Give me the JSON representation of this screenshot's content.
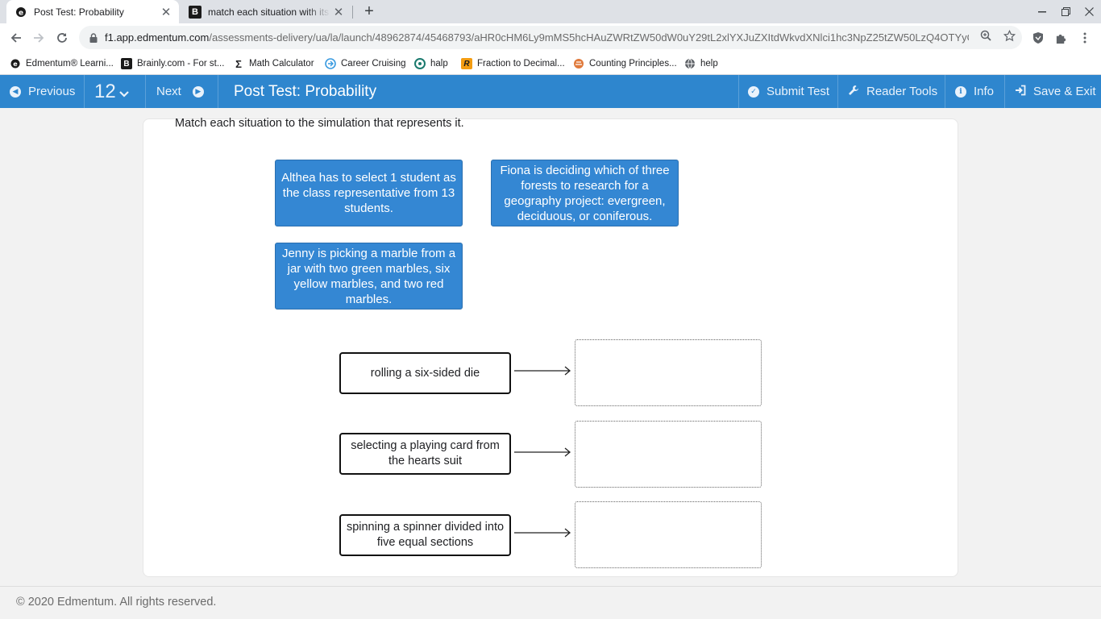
{
  "browser": {
    "tabs": [
      {
        "title": "Post Test: Probability",
        "active": true,
        "icon": "edmentum-icon"
      },
      {
        "title": "match each situation with its co",
        "active": false,
        "icon": "brainly-icon"
      }
    ],
    "url_host": "f1.app.edmentum.com",
    "url_path": "/assessments-delivery/ua/la/launch/48962874/45468793/aHR0cHM6Ly9mMS5hcHAuZWRtZW50dW0uY29tL2xlYXJuZXItdWkvdXNlci1hc3NpZ25tZW50LzQ4OTYyOD...",
    "bookmarks": [
      {
        "label": "Edmentum® Learni...",
        "icon": "edmentum-icon"
      },
      {
        "label": "Brainly.com - For st...",
        "icon": "brainly-icon"
      },
      {
        "label": "Math Calculator",
        "icon": "sigma-icon"
      },
      {
        "label": "Career Cruising",
        "icon": "career-icon"
      },
      {
        "label": "halp",
        "icon": "halp-icon"
      },
      {
        "label": "Fraction to Decimal...",
        "icon": "r-icon"
      },
      {
        "label": "Counting Principles...",
        "icon": "counting-icon"
      },
      {
        "label": "help",
        "icon": "globe-icon"
      }
    ]
  },
  "appbar": {
    "previous": "Previous",
    "question_number": "12",
    "next": "Next",
    "title": "Post Test: Probability",
    "submit": "Submit Test",
    "reader_tools": "Reader Tools",
    "info": "Info",
    "save_exit": "Save & Exit"
  },
  "question": {
    "instruction": "Match each situation to the simulation that represents it.",
    "tiles": [
      "Althea has to select 1 student as the class representative from 13 students.",
      "Fiona is deciding which of three forests to research for a geography project: evergreen, deciduous, or coniferous.",
      "Jenny is picking a marble from a jar with two green marbles, six yellow marbles, and two red marbles."
    ],
    "situations": [
      "rolling a six-sided die",
      "selecting a playing card from the hearts suit",
      "spinning a spinner divided into five equal sections"
    ]
  },
  "footer": "© 2020 Edmentum. All rights reserved.",
  "colors": {
    "appbar": "#2e86ce",
    "tile": "#3487d3"
  }
}
